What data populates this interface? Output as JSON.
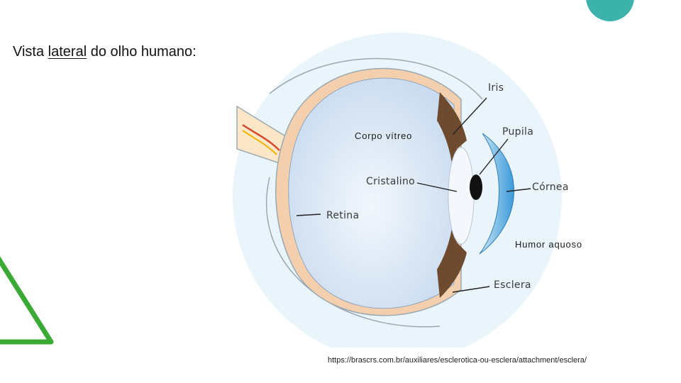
{
  "slide": {
    "title_prefix": "Vista ",
    "title_underlined": "lateral",
    "title_suffix": " do olho humano:",
    "source_url": "https://brascrs.com.br/auxiliares/esclerotica-ou-esclera/attachment/esclera/"
  },
  "diagram": {
    "labels": {
      "iris": "Iris",
      "pupila": "Pupila",
      "corpo_vitreo": "Corpo vítreo",
      "cristalino": "Cristalino",
      "cornea": "Córnea",
      "retina": "Retina",
      "humor_aquoso": "Humor aquoso",
      "esclera": "Esclera"
    }
  },
  "colors": {
    "accent_teal": "#3cb3aa",
    "accent_green": "#3aaa35",
    "halo": "#e9f4fb",
    "sclera": "#f3cfae",
    "iris_brown": "#6e4a2f",
    "cornea_blue": "#5aaee0",
    "vitreous": "#dde9f6"
  }
}
